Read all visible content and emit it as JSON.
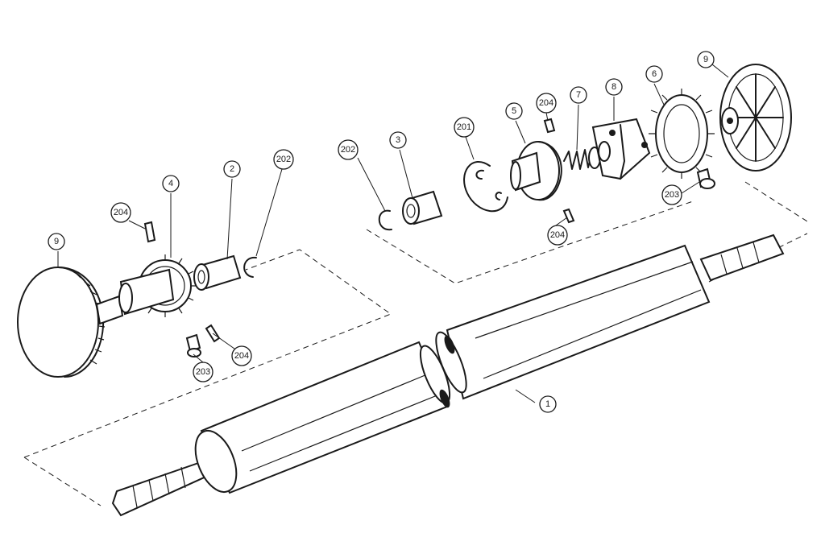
{
  "callouts": [
    {
      "id": "c-9-left",
      "label": "9"
    },
    {
      "id": "c-204-a",
      "label": "204"
    },
    {
      "id": "c-4",
      "label": "4"
    },
    {
      "id": "c-2",
      "label": "2"
    },
    {
      "id": "c-202-left",
      "label": "202"
    },
    {
      "id": "c-204-b",
      "label": "204"
    },
    {
      "id": "c-203-left",
      "label": "203"
    },
    {
      "id": "c-202-right",
      "label": "202"
    },
    {
      "id": "c-3",
      "label": "3"
    },
    {
      "id": "c-201",
      "label": "201"
    },
    {
      "id": "c-5",
      "label": "5"
    },
    {
      "id": "c-204-c",
      "label": "204"
    },
    {
      "id": "c-7",
      "label": "7"
    },
    {
      "id": "c-8",
      "label": "8"
    },
    {
      "id": "c-6",
      "label": "6"
    },
    {
      "id": "c-9-right",
      "label": "9"
    },
    {
      "id": "c-204-d",
      "label": "204"
    },
    {
      "id": "c-203-right",
      "label": "203"
    },
    {
      "id": "c-1",
      "label": "1"
    }
  ],
  "colors": {
    "ink": "#1a1a1a",
    "paper": "#ffffff"
  }
}
